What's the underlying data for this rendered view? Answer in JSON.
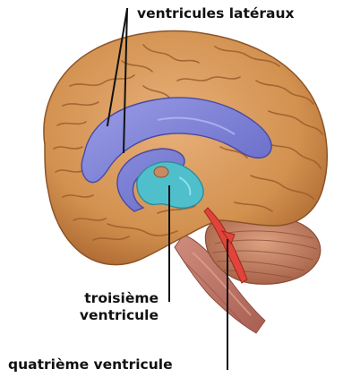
{
  "labels": {
    "lateral_ventricles": "ventricules latéraux",
    "third_ventricle_line1": "troisième",
    "third_ventricle_line2": "ventricule",
    "fourth_ventricle": "quatrième ventricule"
  },
  "colors": {
    "cortex": "#d99a5e",
    "cortex_dark": "#b0703a",
    "lateral_ventricles": "#7f82d6",
    "third_ventricle": "#4fbfcc",
    "fourth_ventricle": "#e0443a",
    "cerebellum": "#c9876a",
    "brainstem": "#c67c6c",
    "pointer_lines": "#111111"
  }
}
